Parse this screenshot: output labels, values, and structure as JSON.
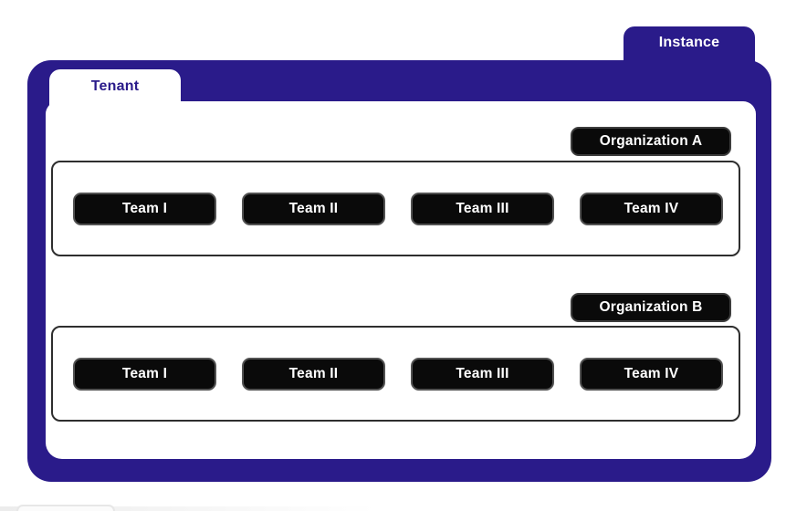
{
  "instance": {
    "label": "Instance"
  },
  "tenant": {
    "label": "Tenant"
  },
  "organizations": [
    {
      "label": "Organization A",
      "teams": [
        "Team I",
        "Team II",
        "Team III",
        "Team IV"
      ]
    },
    {
      "label": "Organization B",
      "teams": [
        "Team I",
        "Team II",
        "Team III",
        "Team IV"
      ]
    }
  ],
  "colors": {
    "indigo": "#2A1B8A",
    "box_black": "#0A0A0A",
    "background": "#FFFFFF",
    "org_border": "#2E2E2E"
  }
}
